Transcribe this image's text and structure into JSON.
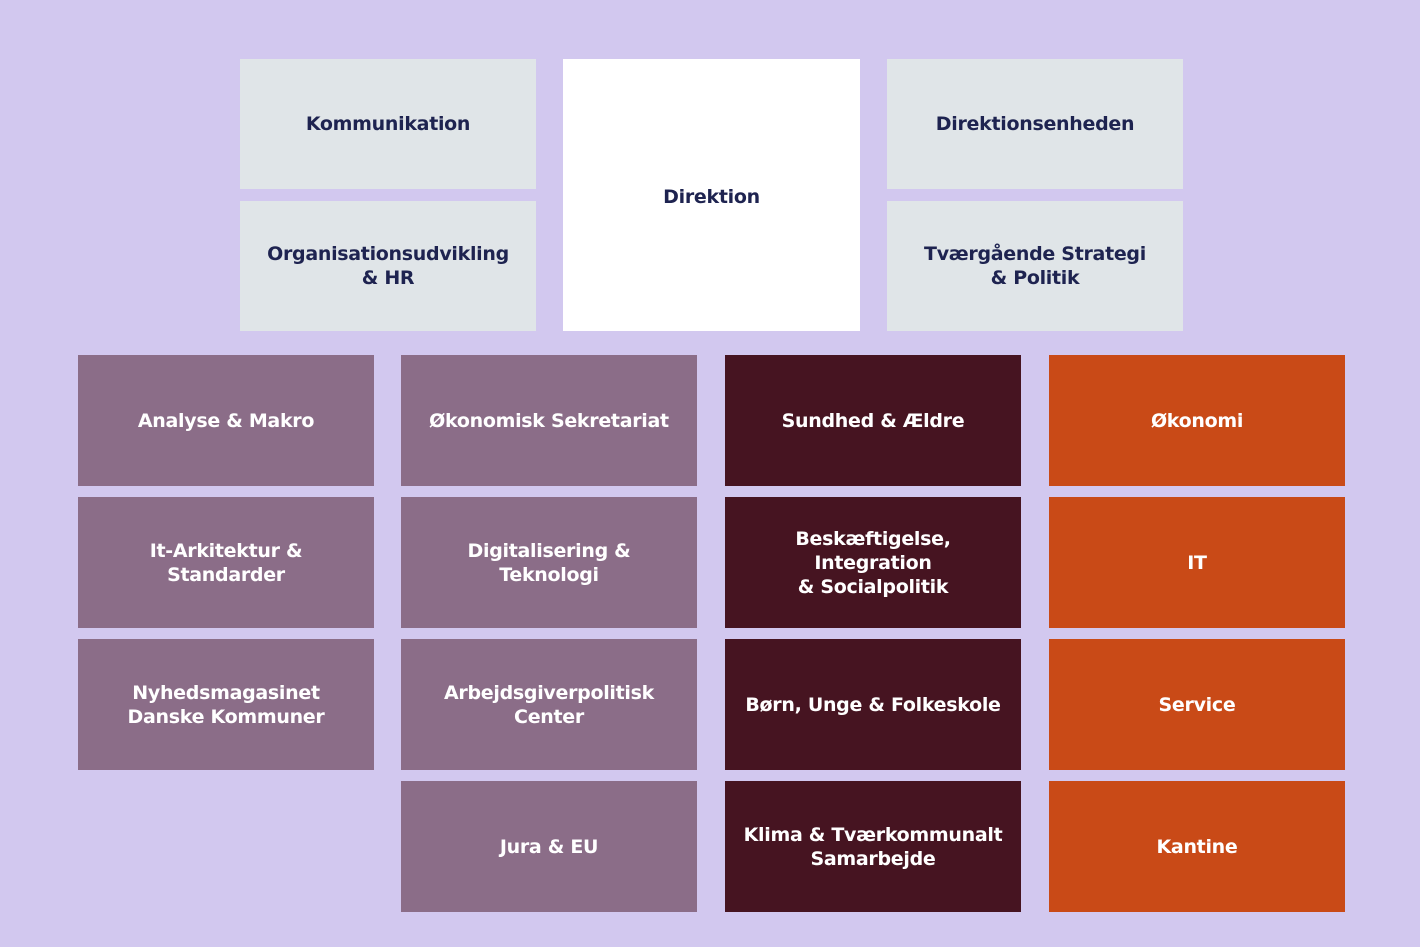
{
  "top": {
    "left": [
      "Kommunikation",
      "Organisationsudvikling\n& HR"
    ],
    "center": "Direktion",
    "right": [
      "Direktionsenheden",
      "Tværgående Strategi\n& Politik"
    ]
  },
  "columns": [
    [
      "Analyse & Makro",
      "It-Arkitektur & Standarder",
      "Nyhedsmagasinet\nDanske Kommuner"
    ],
    [
      "Økonomisk Sekretariat",
      "Digitalisering & Teknologi",
      "Arbejdsgiverpolitisk\nCenter",
      "Jura & EU"
    ],
    [
      "Sundhed & Ældre",
      "Beskæftigelse, Integration\n& Socialpolitik",
      "Børn, Unge & Folkeskole",
      "Klima & Tværkommunalt\nSamarbejde"
    ],
    [
      "Økonomi",
      "IT",
      "Service",
      "Kantine"
    ]
  ],
  "colors": {
    "background": "#D2C8EF",
    "staff": "#E0E5E8",
    "column1": "#8B6D88",
    "column2": "#8B6D88",
    "column3": "#461421",
    "column4": "#C94A17"
  }
}
